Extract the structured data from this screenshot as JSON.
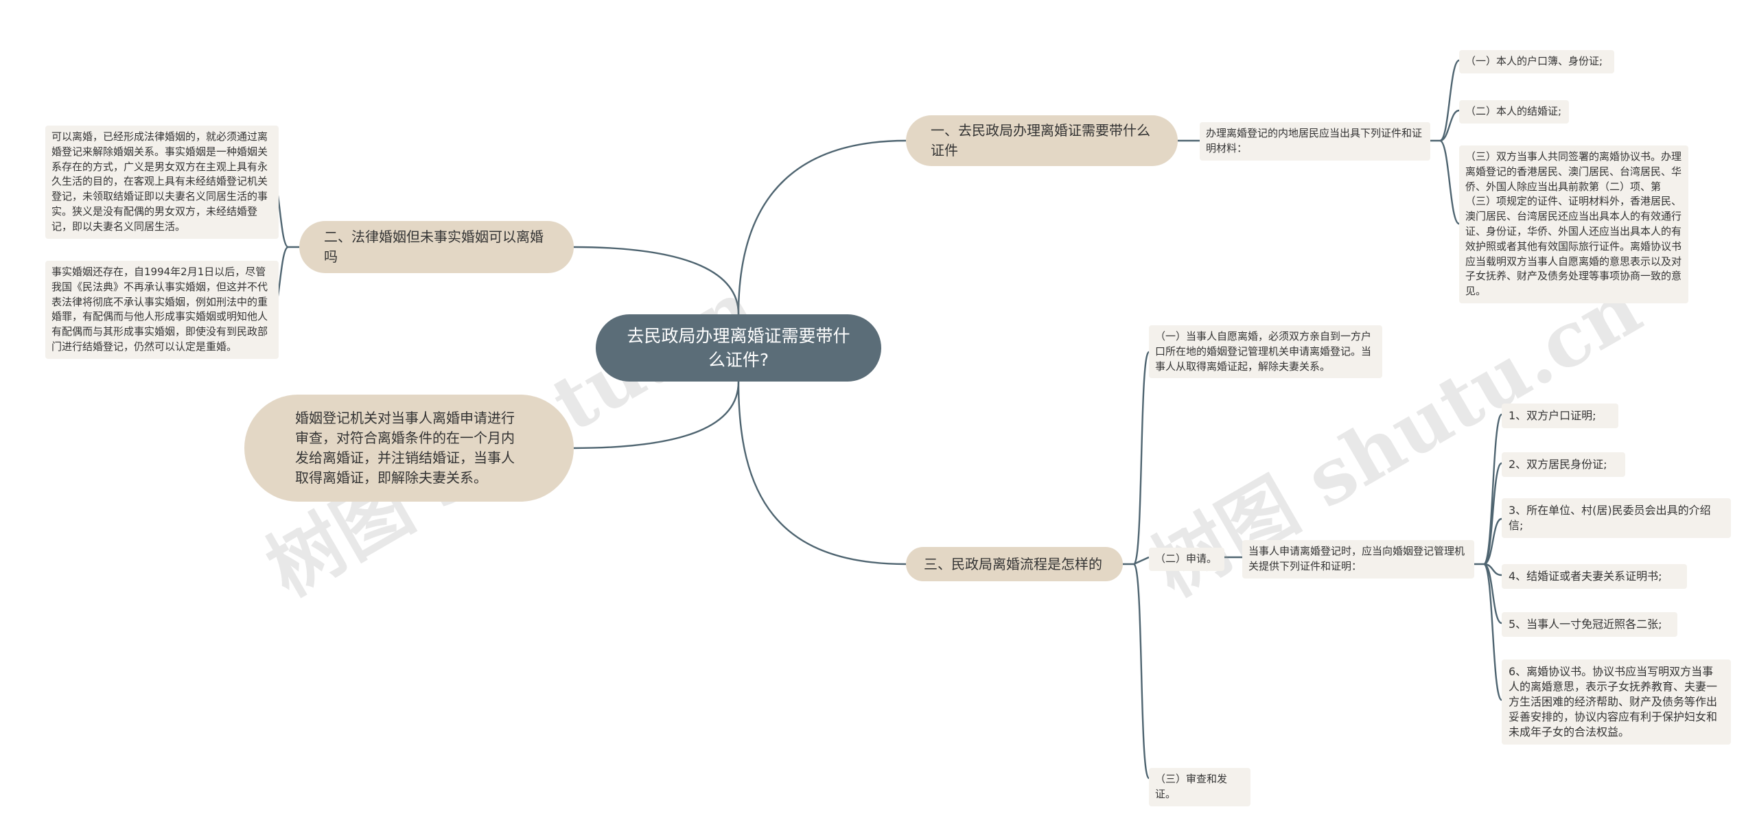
{
  "root": "去民政局办理离婚证需要带什么证件?",
  "branch1": {
    "title": "一、去民政局办理离婚证需要带什么证件",
    "sub": "办理离婚登记的内地居民应当出具下列证件和证明材料：",
    "items": [
      "（一）本人的户口簿、身份证;",
      "（二）本人的结婚证;",
      "（三）双方当事人共同签署的离婚协议书。办理离婚登记的香港居民、澳门居民、台湾居民、华侨、外国人除应当出具前款第（二）项、第（三）项规定的证件、证明材料外，香港居民、澳门居民、台湾居民还应当出具本人的有效通行证、身份证，华侨、外国人还应当出具本人的有效护照或者其他有效国际旅行证件。离婚协议书应当载明双方当事人自愿离婚的意思表示以及对子女抚养、财产及债务处理等事项协商一致的意见。"
    ]
  },
  "branch2": {
    "title": "二、法律婚姻但未事实婚姻可以离婚吗",
    "items": [
      "可以离婚，已经形成法律婚姻的，就必须通过离婚登记来解除婚姻关系。事实婚姻是一种婚姻关系存在的方式，广义是男女双方在主观上具有永久生活的目的，在客观上具有未经结婚登记机关登记，未领取结婚证即以夫妻名义同居生活的事实。狭义是没有配偶的男女双方，未经结婚登记，即以夫妻名义同居生活。",
      "事实婚姻还存在，自1994年2月1日以后，尽管我国《民法典》不再承认事实婚姻，但这并不代表法律将彻底不承认事实婚姻，例如刑法中的重婚罪，有配偶而与他人形成事实婚姻或明知他人有配偶而与其形成事实婚姻，即使没有到民政部门进行结婚登记，仍然可以认定是重婚。"
    ]
  },
  "branch4": {
    "title": "婚姻登记机关对当事人离婚申请进行审查，对符合离婚条件的在一个月内发给离婚证，并注销结婚证，当事人取得离婚证，即解除夫妻关系。"
  },
  "branch3": {
    "title": "三、民政局离婚流程是怎样的",
    "step1": "（一）当事人自愿离婚，必须双方亲自到一方户口所在地的婚姻登记管理机关申请离婚登记。当事人从取得离婚证起，解除夫妻关系。",
    "step2": "（二）申请。",
    "step2_sub": "当事人申请离婚登记时，应当向婚姻登记管理机关提供下列证件和证明：",
    "step2_items": [
      "1、双方户口证明;",
      "2、双方居民身份证;",
      "3、所在单位、村(居)民委员会出具的介绍信;",
      "4、结婚证或者夫妻关系证明书;",
      "5、当事人一寸免冠近照各二张;",
      "6、离婚协议书。协议书应当写明双方当事人的离婚意思，表示子女抚养教育、夫妻一方生活困难的经济帮助、财产及债务等作出妥善安排的，协议内容应有利于保护妇女和未成年子女的合法权益。"
    ],
    "step3": "（三）审查和发证。"
  },
  "watermarks": [
    "树图 shutu.cn",
    "树图 shutu.cn"
  ],
  "colors": {
    "root": "#5b6d78",
    "branch": "#e3d7c5",
    "leaf": "#f4f1ec",
    "line": "#4e6470"
  }
}
